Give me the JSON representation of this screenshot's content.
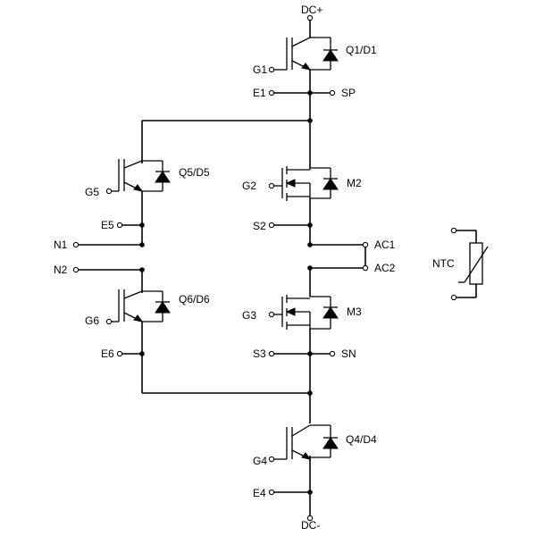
{
  "labels": {
    "dc_plus": "DC+",
    "dc_minus": "DC-",
    "q1": "Q1/D1",
    "q4": "Q4/D4",
    "q5": "Q5/D5",
    "q6": "Q6/D6",
    "m2": "M2",
    "m3": "M3",
    "g1": "G1",
    "g2": "G2",
    "g3": "G3",
    "g4": "G4",
    "g5": "G5",
    "g6": "G6",
    "e1": "E1",
    "e4": "E4",
    "e5": "E5",
    "e6": "E6",
    "s2": "S2",
    "s3": "S3",
    "sp": "SP",
    "sn": "SN",
    "n1": "N1",
    "n2": "N2",
    "ac1": "AC1",
    "ac2": "AC2",
    "ntc": "NTC"
  }
}
